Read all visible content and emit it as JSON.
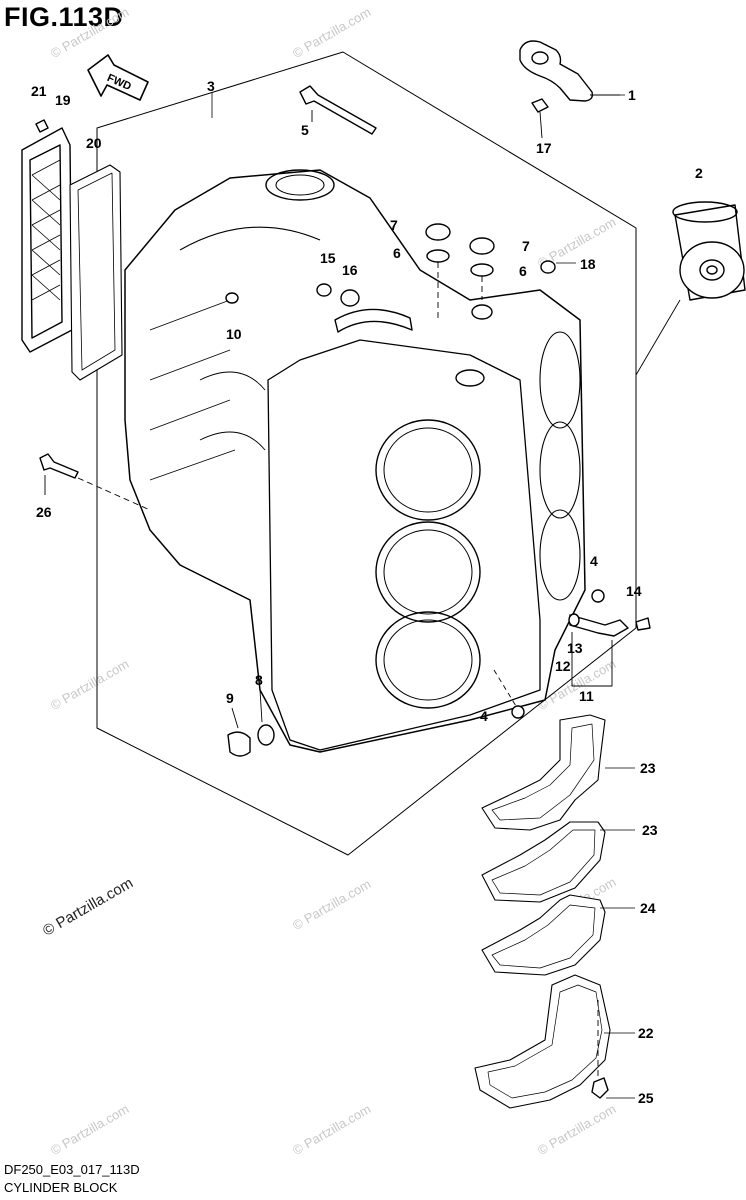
{
  "figure": {
    "title": "FIG.113D",
    "code": "DF250_E03_017_113D",
    "caption": "CYLINDER BLOCK",
    "fwd_label": "FWD",
    "watermark": "© Partzilla.com"
  },
  "callouts": [
    "1",
    "2",
    "3",
    "4",
    "4",
    "5",
    "6",
    "6",
    "7",
    "7",
    "8",
    "9",
    "10",
    "11",
    "12",
    "13",
    "14",
    "15",
    "16",
    "17",
    "18",
    "19",
    "20",
    "21",
    "22",
    "23",
    "23",
    "24",
    "25",
    "26"
  ]
}
